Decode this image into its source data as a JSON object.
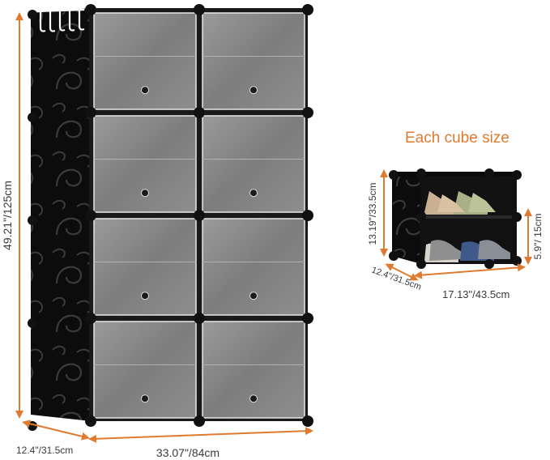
{
  "colors": {
    "accent": "#e07a2e",
    "cabinet_black": "#111111",
    "door_grey": "#8a8a8a",
    "text": "#3a3a3a"
  },
  "main_product": {
    "height_label": "49.21\"/125cm",
    "width_label": "33.07\"/84cm",
    "depth_label": "12.4\"/31.5cm",
    "columns": 2,
    "rows": 4
  },
  "cube_detail": {
    "title": "Each cube size",
    "height_label": "13.19\"/33.5cm",
    "shelf_gap_label": "5.9\"/ 15cm",
    "depth_label": "12.4\"/31.5cm",
    "width_label": "17.13\"/43.5cm"
  },
  "icons": [
    "hook-rack-icon",
    "door-knob-icon",
    "connector-ball-icon"
  ]
}
